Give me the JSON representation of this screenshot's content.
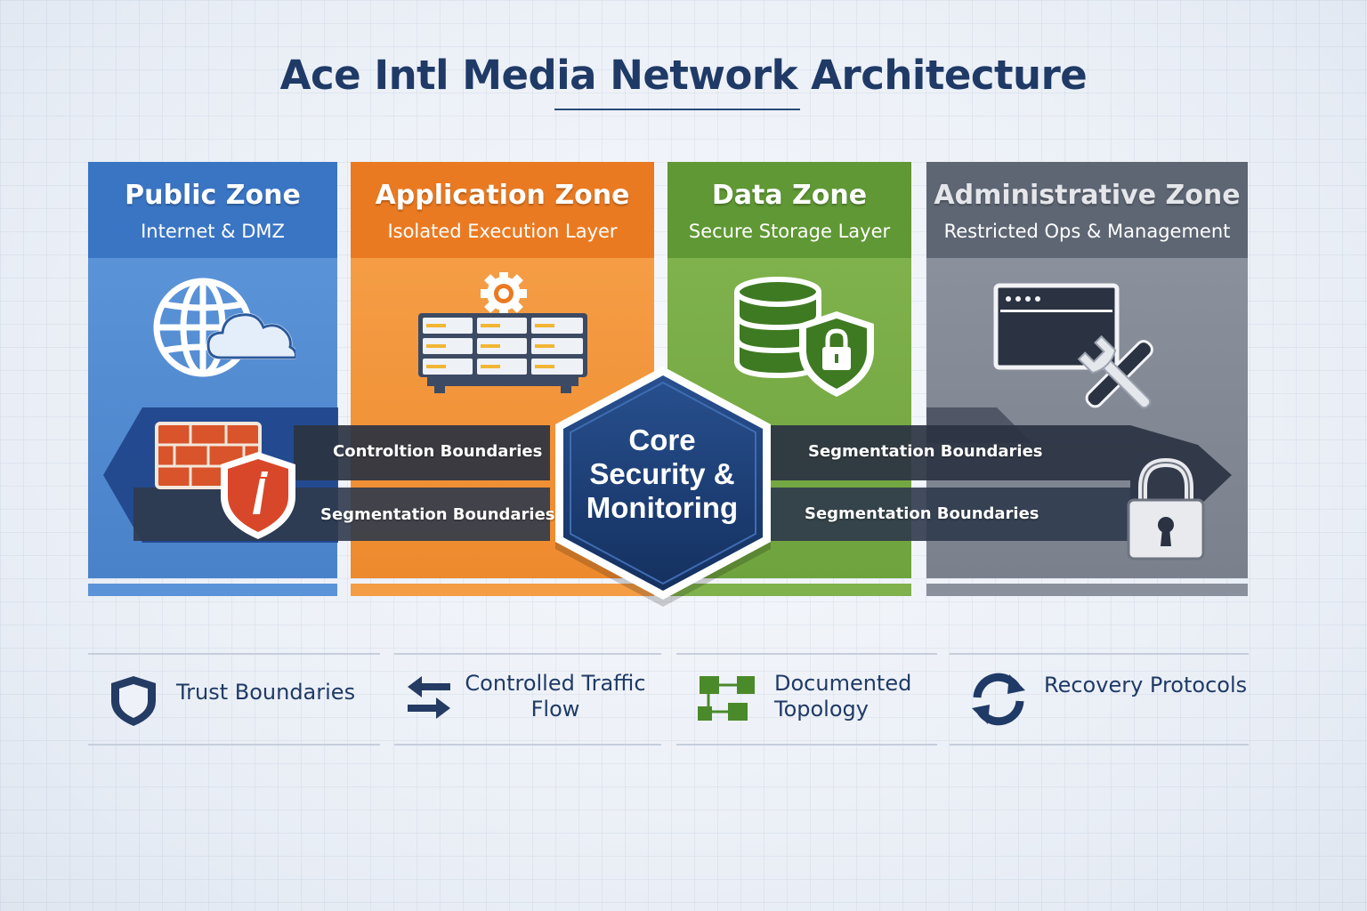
{
  "title": "Ace Intl Media Network Architecture",
  "zones": [
    {
      "name": "Public Zone",
      "subtitle": "Internet & DMZ",
      "icon": "globe-cloud-icon",
      "color": "#3a75c4"
    },
    {
      "name": "Application Zone",
      "subtitle": "Isolated Execution Layer",
      "icon": "server-rack-gear-icon",
      "color": "#ea7a22"
    },
    {
      "name": "Data Zone",
      "subtitle": "Secure Storage Layer",
      "icon": "database-shield-icon",
      "color": "#5f9834"
    },
    {
      "name": "Administrative Zone",
      "subtitle": "Restricted Ops & Management",
      "icon": "console-tools-icon",
      "color": "#5e6674"
    }
  ],
  "boundaries": {
    "left_top": "Controltion Boundaries",
    "left_bottom": "Segmentation Boundaries",
    "right_top": "Segmentation Boundaries",
    "right_bottom": "Segmentation Boundaries"
  },
  "boundary_icons": {
    "left": "firewall-shield-icon",
    "right": "padlock-icon"
  },
  "core": {
    "line1": "Core",
    "line2": "Security &",
    "line3": "Monitoring",
    "color": "#1d3d73"
  },
  "features": [
    {
      "icon": "shield-outline-icon",
      "line1": "Trust Boundaries",
      "line2": ""
    },
    {
      "icon": "swap-arrows-icon",
      "line1": "Controlled Traffic",
      "line2": "Flow"
    },
    {
      "icon": "topology-nodes-icon",
      "line1": "Documented",
      "line2": "Topology"
    },
    {
      "icon": "refresh-cycle-icon",
      "line1": "Recovery Protocols",
      "line2": ""
    }
  ]
}
